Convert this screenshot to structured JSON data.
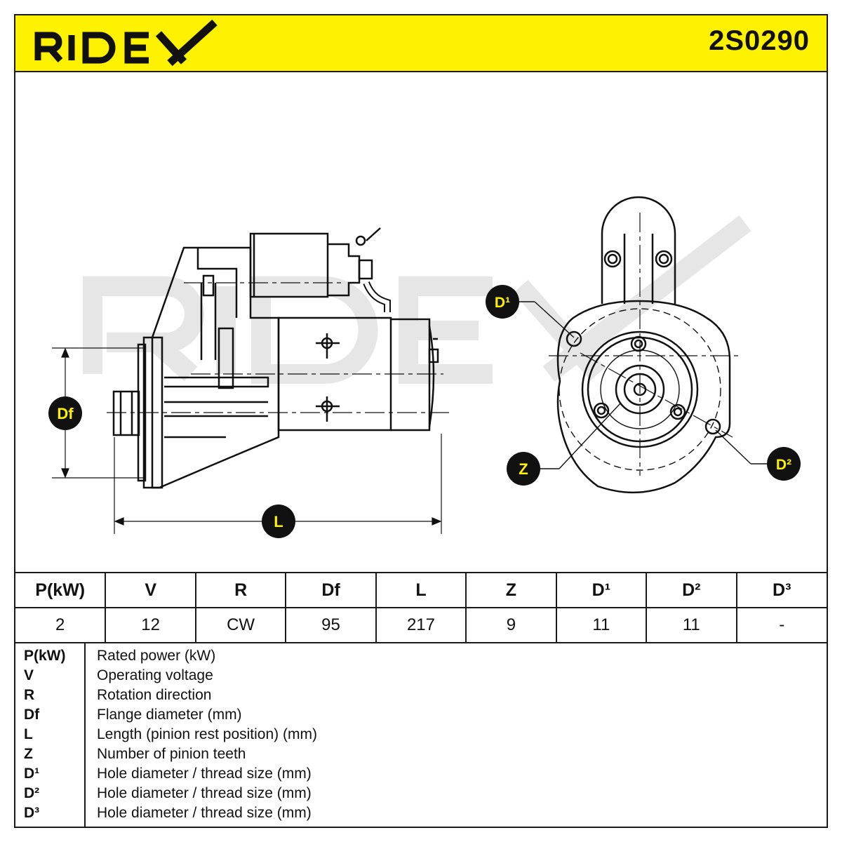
{
  "brand": {
    "name": "RIDEX",
    "part_number": "2S0290",
    "accent_color": "#fff200"
  },
  "drawing": {
    "watermark": "RIDEX",
    "labels": {
      "df": "Df",
      "l": "L",
      "z": "Z",
      "d1": "D¹",
      "d2": "D²"
    }
  },
  "specs": {
    "headers": [
      "P(kW)",
      "V",
      "R",
      "Df",
      "L",
      "Z",
      "D¹",
      "D²",
      "D³"
    ],
    "values": [
      "2",
      "12",
      "CW",
      "95",
      "217",
      "9",
      "11",
      "11",
      "-"
    ]
  },
  "legend": [
    {
      "key": "P(kW)",
      "desc": "Rated power (kW)"
    },
    {
      "key": "V",
      "desc": "Operating voltage"
    },
    {
      "key": "R",
      "desc": "Rotation direction"
    },
    {
      "key": "Df",
      "desc": "Flange diameter (mm)"
    },
    {
      "key": "L",
      "desc": "Length (pinion rest position) (mm)"
    },
    {
      "key": "Z",
      "desc": "Number of pinion teeth"
    },
    {
      "key": "D¹",
      "desc": "Hole diameter / thread size (mm)"
    },
    {
      "key": "D²",
      "desc": "Hole diameter / thread size (mm)"
    },
    {
      "key": "D³",
      "desc": "Hole diameter / thread size (mm)"
    }
  ]
}
